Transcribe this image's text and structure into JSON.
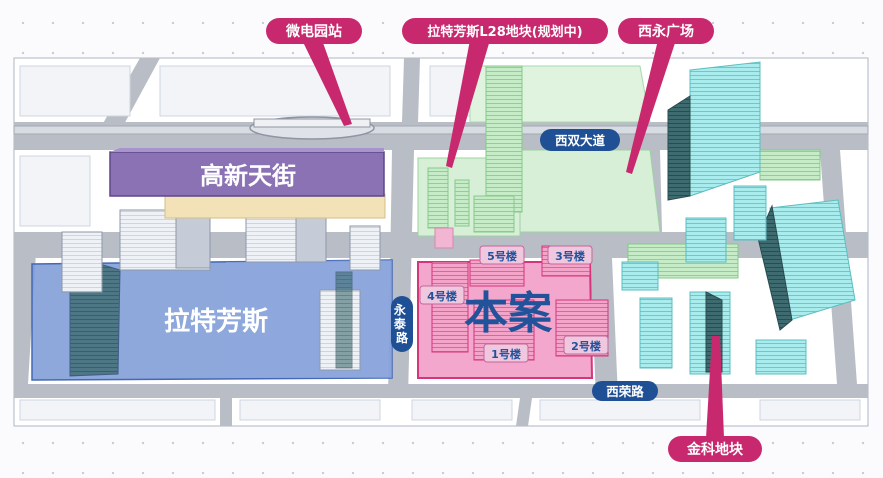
{
  "callouts": {
    "metro_station": "微电园站",
    "l28_plot": "拉特芳斯L28地块(规划中)",
    "xiyong_plaza": "西永广场",
    "jinke_plot": "金科地块"
  },
  "regions": {
    "gaoxin_street": "高新天街",
    "latefangsi": "拉特芳斯",
    "this_project": "本案"
  },
  "roads": {
    "xishuang_avenue": "西双大道",
    "yongtai_road": "永泰路",
    "xirong_road": "西荣路"
  },
  "buildings": {
    "b1": "1号楼",
    "b2": "2号楼",
    "b3": "3号楼",
    "b4": "4号楼",
    "b5": "5号楼"
  },
  "colors": {
    "callout_magenta": "#c8296e",
    "road_badge_blue": "#1f4f94",
    "project_pink": "#ea6aa5",
    "gaoxin_purple": "#8b72b4",
    "latefangsi_blue": "#6e8fcf",
    "green_plot": "#bfe6c1",
    "cyan_towers": "#9fe7e8"
  }
}
